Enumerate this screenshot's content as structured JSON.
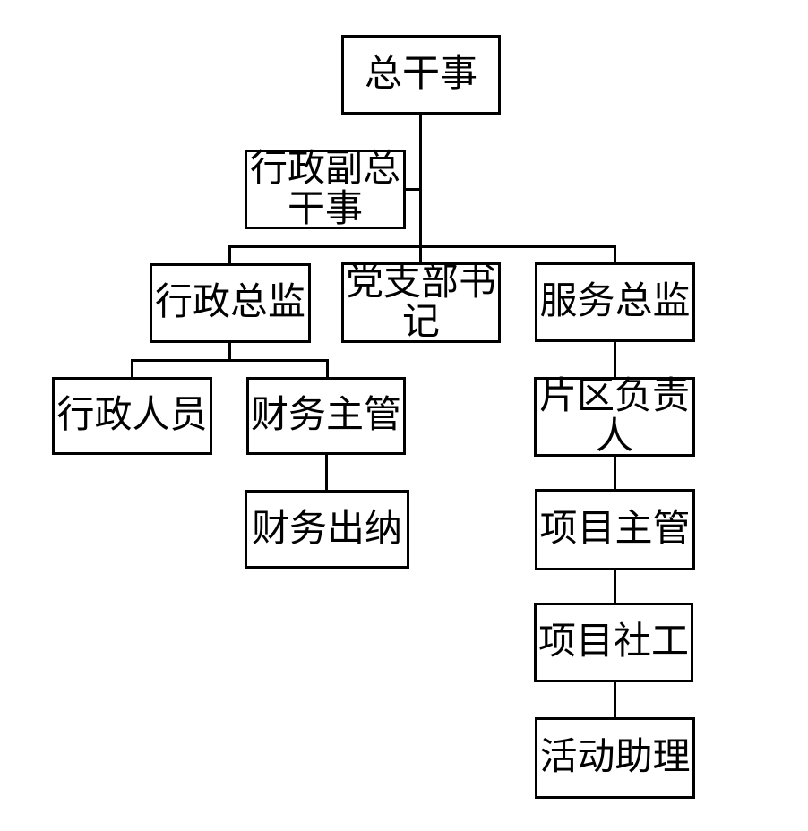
{
  "page": {
    "background_color": "#ffffff",
    "line_color": "#000000",
    "text_color": "#000000"
  },
  "diagram": {
    "type": "org-chart",
    "nodes": {
      "general_secretary": "总干事",
      "deputy_general_secretary": "行政副总\n干事",
      "admin_director": "行政总监",
      "party_branch_secretary": "党支部书\n记",
      "service_director": "服务总监",
      "admin_staff": "行政人员",
      "finance_supervisor": "财务主管",
      "finance_cashier": "财务出纳",
      "area_leader": "片区负责\n人",
      "project_supervisor": "项目主管",
      "project_social_worker": "项目社工",
      "activity_assistant": "活动助理"
    },
    "edges": [
      [
        "general_secretary",
        "deputy_general_secretary"
      ],
      [
        "general_secretary",
        "admin_director"
      ],
      [
        "general_secretary",
        "party_branch_secretary"
      ],
      [
        "general_secretary",
        "service_director"
      ],
      [
        "admin_director",
        "admin_staff"
      ],
      [
        "admin_director",
        "finance_supervisor"
      ],
      [
        "finance_supervisor",
        "finance_cashier"
      ],
      [
        "service_director",
        "area_leader"
      ],
      [
        "area_leader",
        "project_supervisor"
      ],
      [
        "project_supervisor",
        "project_social_worker"
      ],
      [
        "project_social_worker",
        "activity_assistant"
      ]
    ]
  }
}
